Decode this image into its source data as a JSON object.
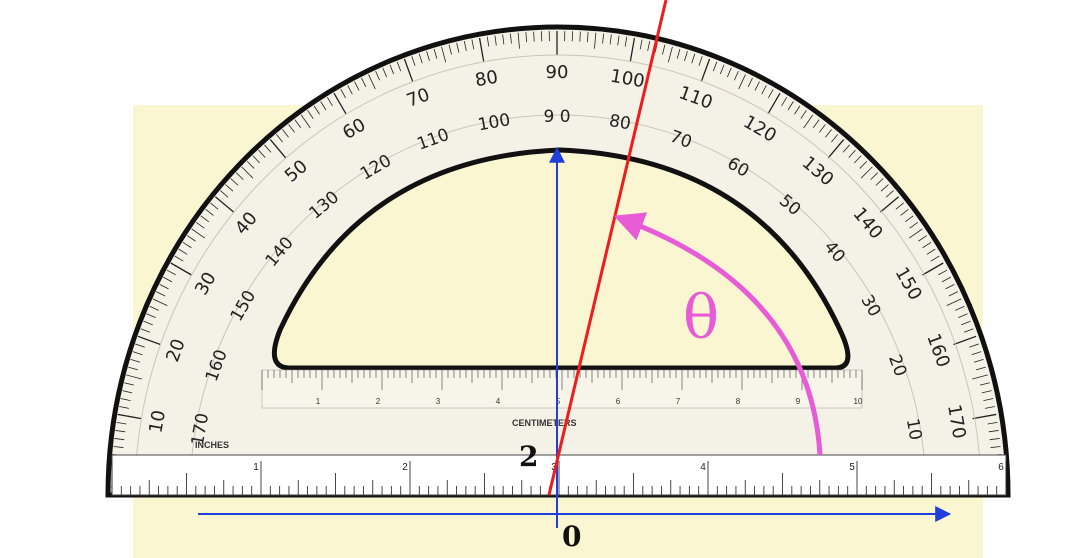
{
  "protractor": {
    "outer_scale_start": 10,
    "outer_scale_end": 170,
    "outer_scale_step": 10,
    "inner_scale_start": 10,
    "inner_scale_end": 170,
    "inner_scale_step": 10,
    "outer_label_90": "90",
    "inner_label_90": "9 0"
  },
  "rulers": {
    "inches_label": "INCHES",
    "centimeters_label": "CENTIMETERS",
    "inch_numbers": [
      "1",
      "2",
      "3",
      "4",
      "5",
      "6"
    ],
    "cm_numbers": [
      "1",
      "2",
      "3",
      "4",
      "5",
      "6",
      "7",
      "8",
      "9",
      "10"
    ]
  },
  "annotations": {
    "theta_symbol": "θ",
    "origin_label": "0",
    "two_label": "2"
  },
  "colors": {
    "background_panel": "#fbf6d2",
    "protractor_outline": "#111111",
    "axis_color": "#1f3fd8",
    "ray_color": "#ee1c1c",
    "theta_color": "#e75bd6",
    "scale_band": "#f4f2e6"
  }
}
